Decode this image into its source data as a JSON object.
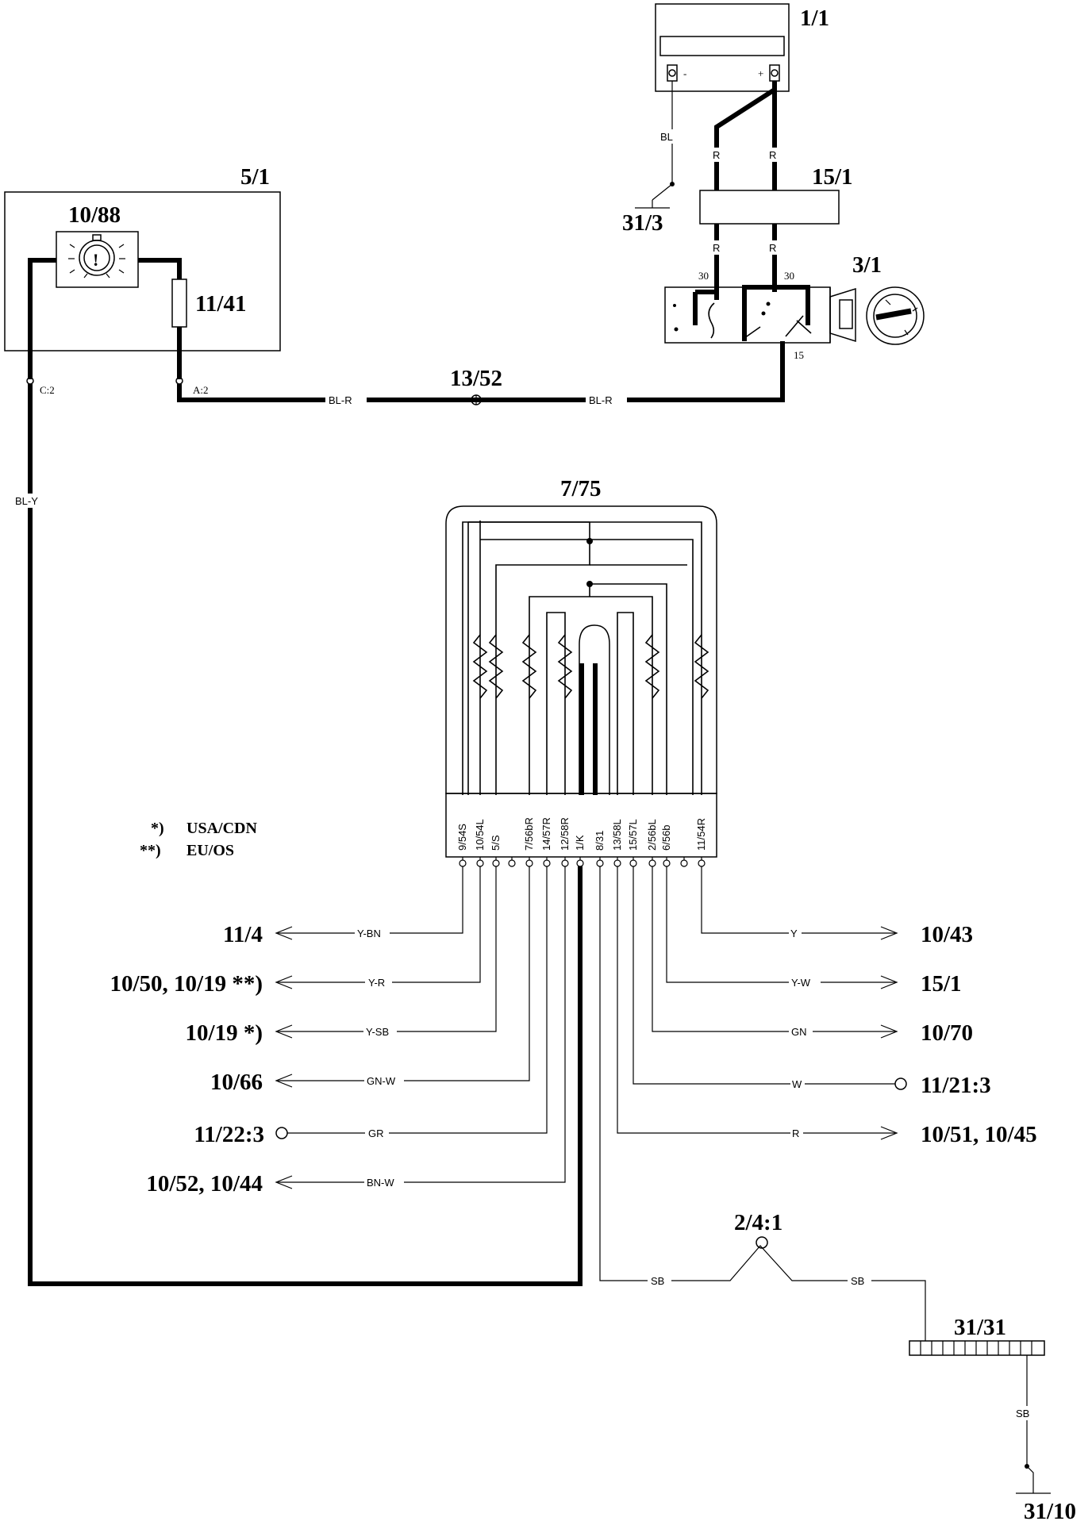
{
  "components": {
    "battery": "1/1",
    "fuse_box": "15/1",
    "ignition_switch": "3/1",
    "instrument_panel": "5/1",
    "warning_lamp": "10/88",
    "resistor": "11/41",
    "connector": "13/52",
    "control_unit": "7/75",
    "ground_a": "31/3",
    "ground_b": "31/10",
    "ground_bar": "31/31",
    "splice": "2/4:1"
  },
  "terminals": {
    "c2": "C:2",
    "a2": "A:2",
    "t30_left": "30",
    "t30_right": "30",
    "t15": "15",
    "bat_minus": "-",
    "bat_plus": "+"
  },
  "wires": {
    "battery_ground": "BL",
    "battery_r1": "R",
    "battery_r2": "R",
    "fuse_r1": "R",
    "fuse_r2": "R",
    "blr_left": "BL-R",
    "blr_right": "BL-R",
    "bly": "BL-Y",
    "sb_left": "SB",
    "sb_right": "SB",
    "sb_ground": "SB"
  },
  "pins": [
    "9/54S",
    "10/54L",
    "5/S",
    "7/56bR",
    "14/57R",
    "12/58R",
    "1/K",
    "8/31",
    "13/58L",
    "15/57L",
    "2/56bL",
    "6/56b",
    "11/54R"
  ],
  "notes": {
    "star1_mark": "*)",
    "star1_text": "USA/CDN",
    "star2_mark": "**)",
    "star2_text": "EU/OS"
  },
  "left_outputs": [
    {
      "dest": "11/4",
      "wire": "Y-BN"
    },
    {
      "dest": "10/50, 10/19 **)",
      "wire": "Y-R"
    },
    {
      "dest": "10/19 *)",
      "wire": "Y-SB"
    },
    {
      "dest": "10/66",
      "wire": "GN-W"
    },
    {
      "dest": "11/22:3",
      "wire": "GR"
    },
    {
      "dest": "10/52, 10/44",
      "wire": "BN-W"
    }
  ],
  "right_outputs": [
    {
      "dest": "10/43",
      "wire": "Y"
    },
    {
      "dest": "15/1",
      "wire": "Y-W"
    },
    {
      "dest": "10/70",
      "wire": "GN"
    },
    {
      "dest": "11/21:3",
      "wire": "W"
    },
    {
      "dest": "10/51, 10/45",
      "wire": "R"
    }
  ]
}
